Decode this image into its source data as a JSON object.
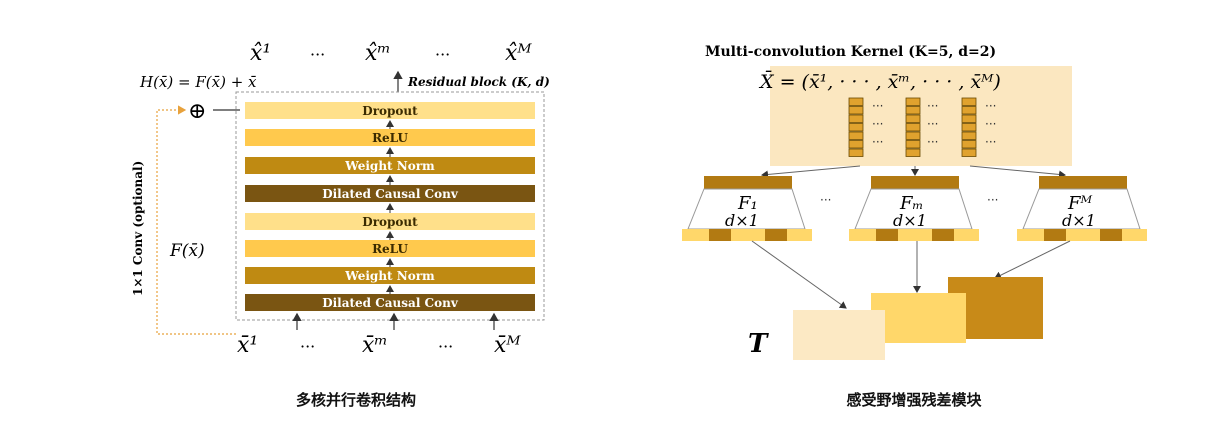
{
  "left_diagram": {
    "outputs": {
      "first": "x̂¹",
      "middle": "x̂ᵐ",
      "last": "x̂ᴹ",
      "ellipsis": "···"
    },
    "inputs": {
      "first": "x̄¹",
      "middle": "x̄ᵐ",
      "last": "x̄ᴹ",
      "ellipsis": "···"
    },
    "residual_equation": "H(x̄) = F(x̄) + x̄",
    "block_label": "Residual block (K, d)",
    "f_label": "F(x̄)",
    "skip_label": "1×1 Conv (optional)",
    "add_symbol": "⊕",
    "layers": [
      "Dropout",
      "ReLU",
      "Weight Norm",
      "Dilated Causal Conv",
      "Dropout",
      "ReLU",
      "Weight Norm",
      "Dilated Causal Conv"
    ],
    "colors": {
      "light": "#FFE08A",
      "mid": "#FFC94D",
      "dark": "#BF8A12",
      "darkest": "#7A5512",
      "accent": "#E8A23C"
    }
  },
  "right_diagram": {
    "title": "Multi-convolution Kernel (K=5, d=2)",
    "sequence_equation": "X̄ = (x̄¹, · · · , x̄ᵐ, · · · , x̄ᴹ)",
    "kernels": [
      {
        "name": "F₁",
        "size": "d×1"
      },
      {
        "name": "Fₘ",
        "size": "d×1"
      },
      {
        "name": "Fᴹ",
        "size": "d×1"
      }
    ],
    "ellipsis": "···",
    "output_label": "T",
    "colors": {
      "panel": "#FBE7C0",
      "bar": "#E0A22E",
      "dark": "#B27A12",
      "out1": "#FCE9C4",
      "out2": "#FFD76A",
      "out3": "#C88A18"
    }
  },
  "captions": {
    "left": "多核并行卷积结构",
    "right": "感受野增强残差模块"
  }
}
